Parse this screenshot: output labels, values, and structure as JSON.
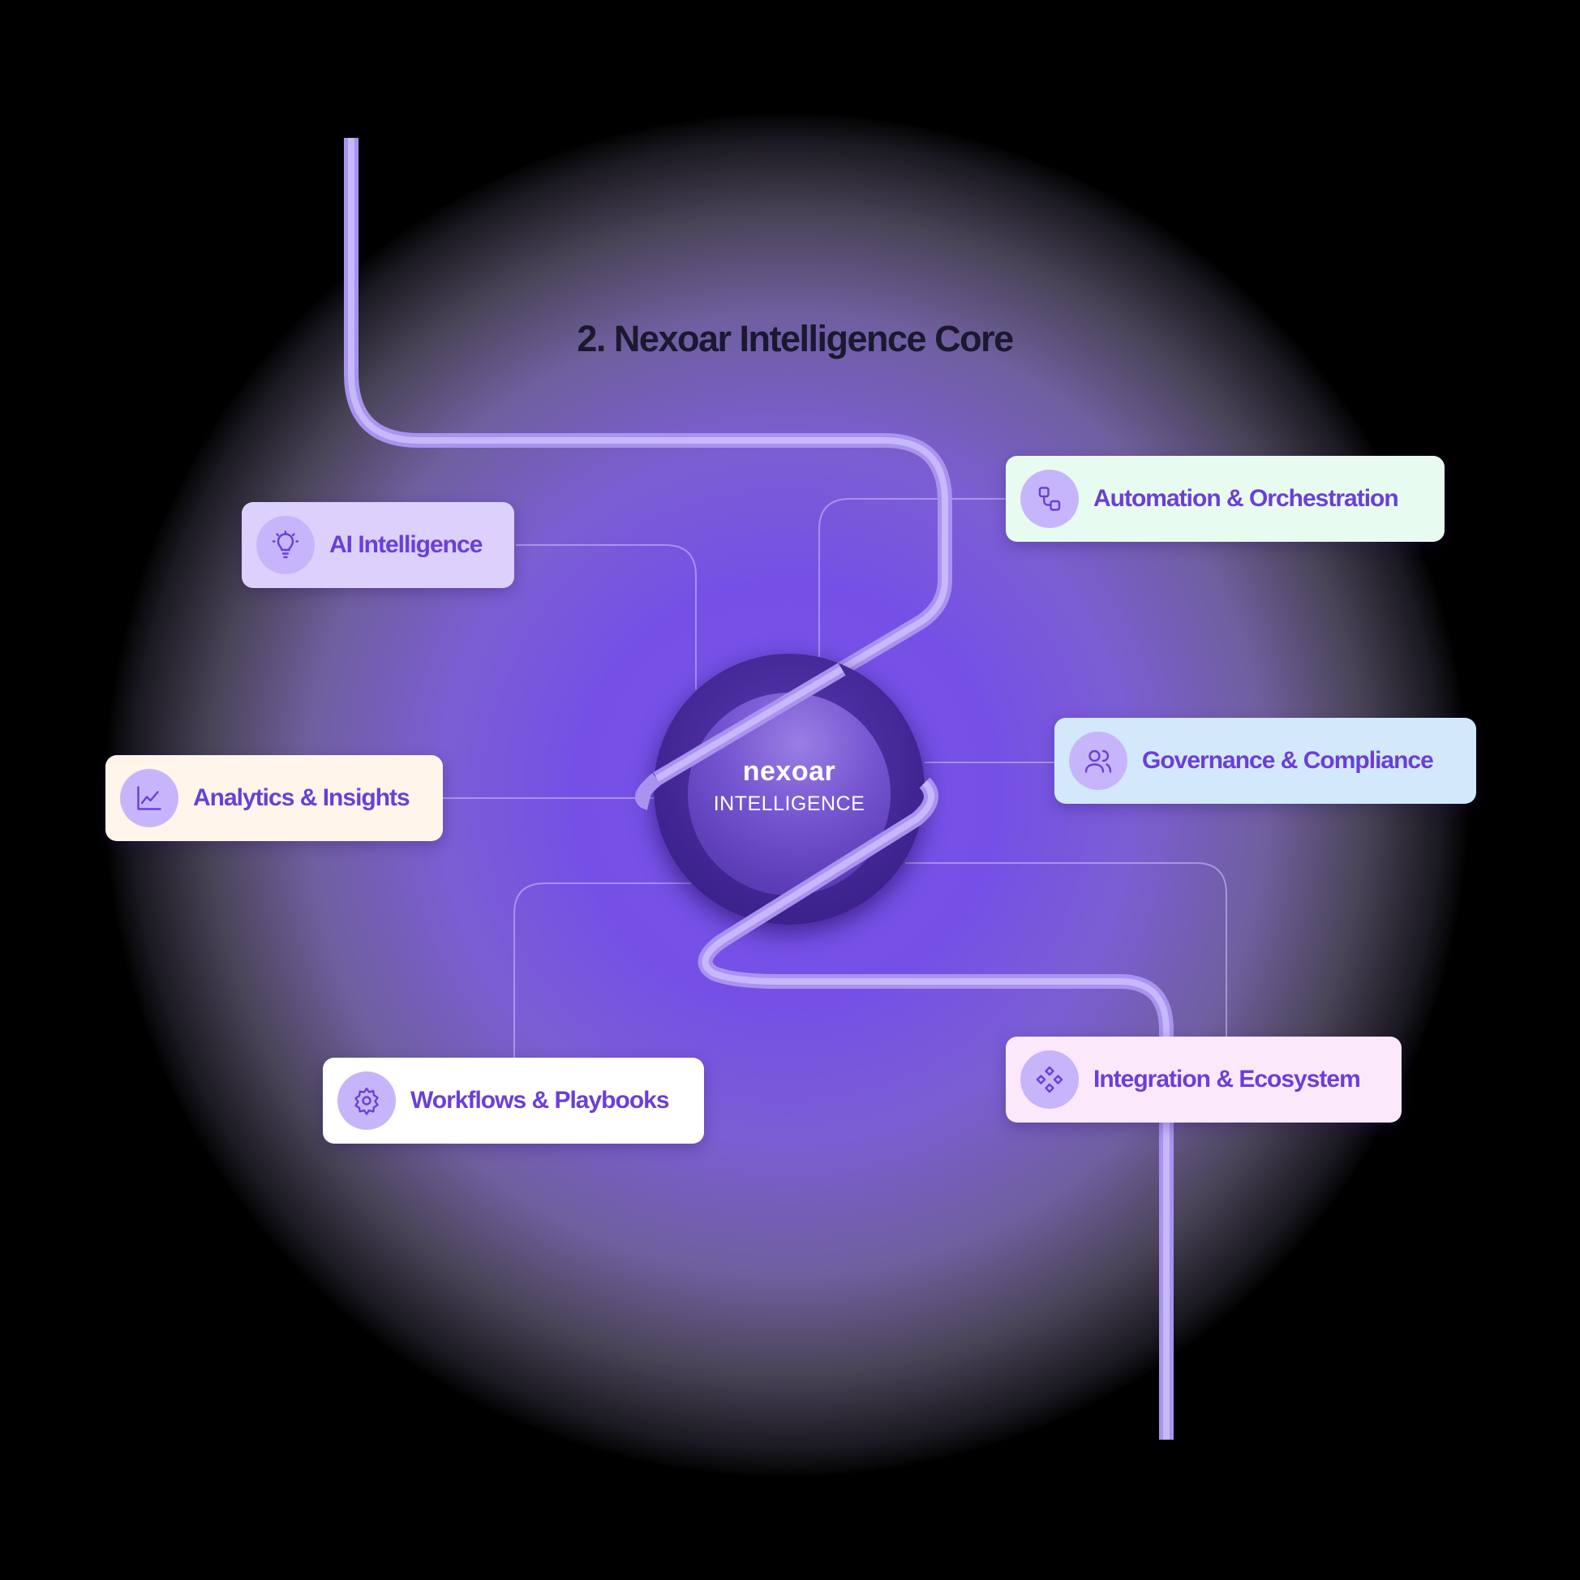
{
  "title": "2.  Nexoar Intelligence Core",
  "core": {
    "brand": "nexoar",
    "subtitle": "INTELLIGENCE"
  },
  "modules": [
    {
      "id": "ai",
      "label": "AI Intelligence",
      "icon": "lightbulb-icon",
      "bg": "#dcd0fd"
    },
    {
      "id": "automation",
      "label": "Automation & Orchestration",
      "icon": "flow-nodes-icon",
      "bg": "#e8fbf1"
    },
    {
      "id": "analytics",
      "label": "Analytics & Insights",
      "icon": "line-chart-icon",
      "bg": "#fff5ea"
    },
    {
      "id": "governance",
      "label": "Governance & Compliance",
      "icon": "users-icon",
      "bg": "#d4e8fb"
    },
    {
      "id": "workflows",
      "label": "Workflows & Playbooks",
      "icon": "gear-icon",
      "bg": "#ffffff"
    },
    {
      "id": "integration",
      "label": "Integration & Ecosystem",
      "icon": "diamond-grid-icon",
      "bg": "#fce8fb"
    }
  ],
  "colors": {
    "accent": "#6a3fd8",
    "wire": "#b7a2f7",
    "icon_circle": "#c7b5fb",
    "title": "#1b1830"
  }
}
